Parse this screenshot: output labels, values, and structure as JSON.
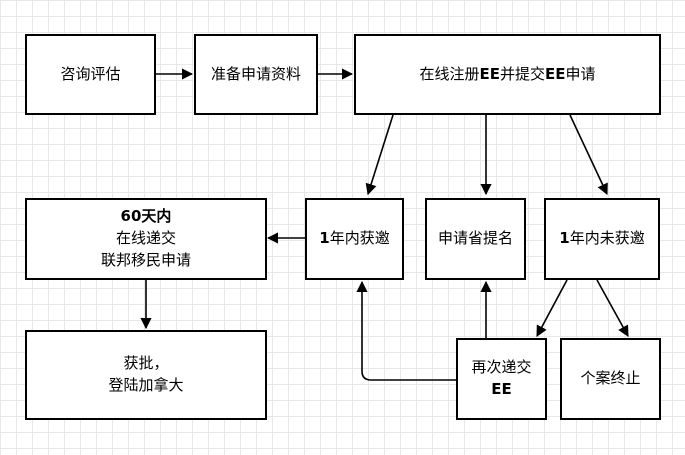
{
  "nodes": {
    "consult": "咨询评估",
    "prepare": "准备申请资料",
    "register_pre": "在线注册",
    "register_ee1": "EE",
    "register_mid": "并提交",
    "register_ee2": "EE",
    "register_post": "申请",
    "invited_prefix": "1",
    "invited_rest": "年内获邀",
    "provincial": "申请省提名",
    "not_invited_prefix": "1",
    "not_invited_rest": "年内未获邀",
    "submit_60_num": "60",
    "submit_60_rest": "天内",
    "submit_60_line2": "在线递交",
    "submit_60_line3": "联邦移民申请",
    "approved_line1": "获批，",
    "approved_line2": "登陆加拿大",
    "resubmit_line1": "再次递交",
    "resubmit_line2": "EE",
    "terminated": "个案终止"
  }
}
